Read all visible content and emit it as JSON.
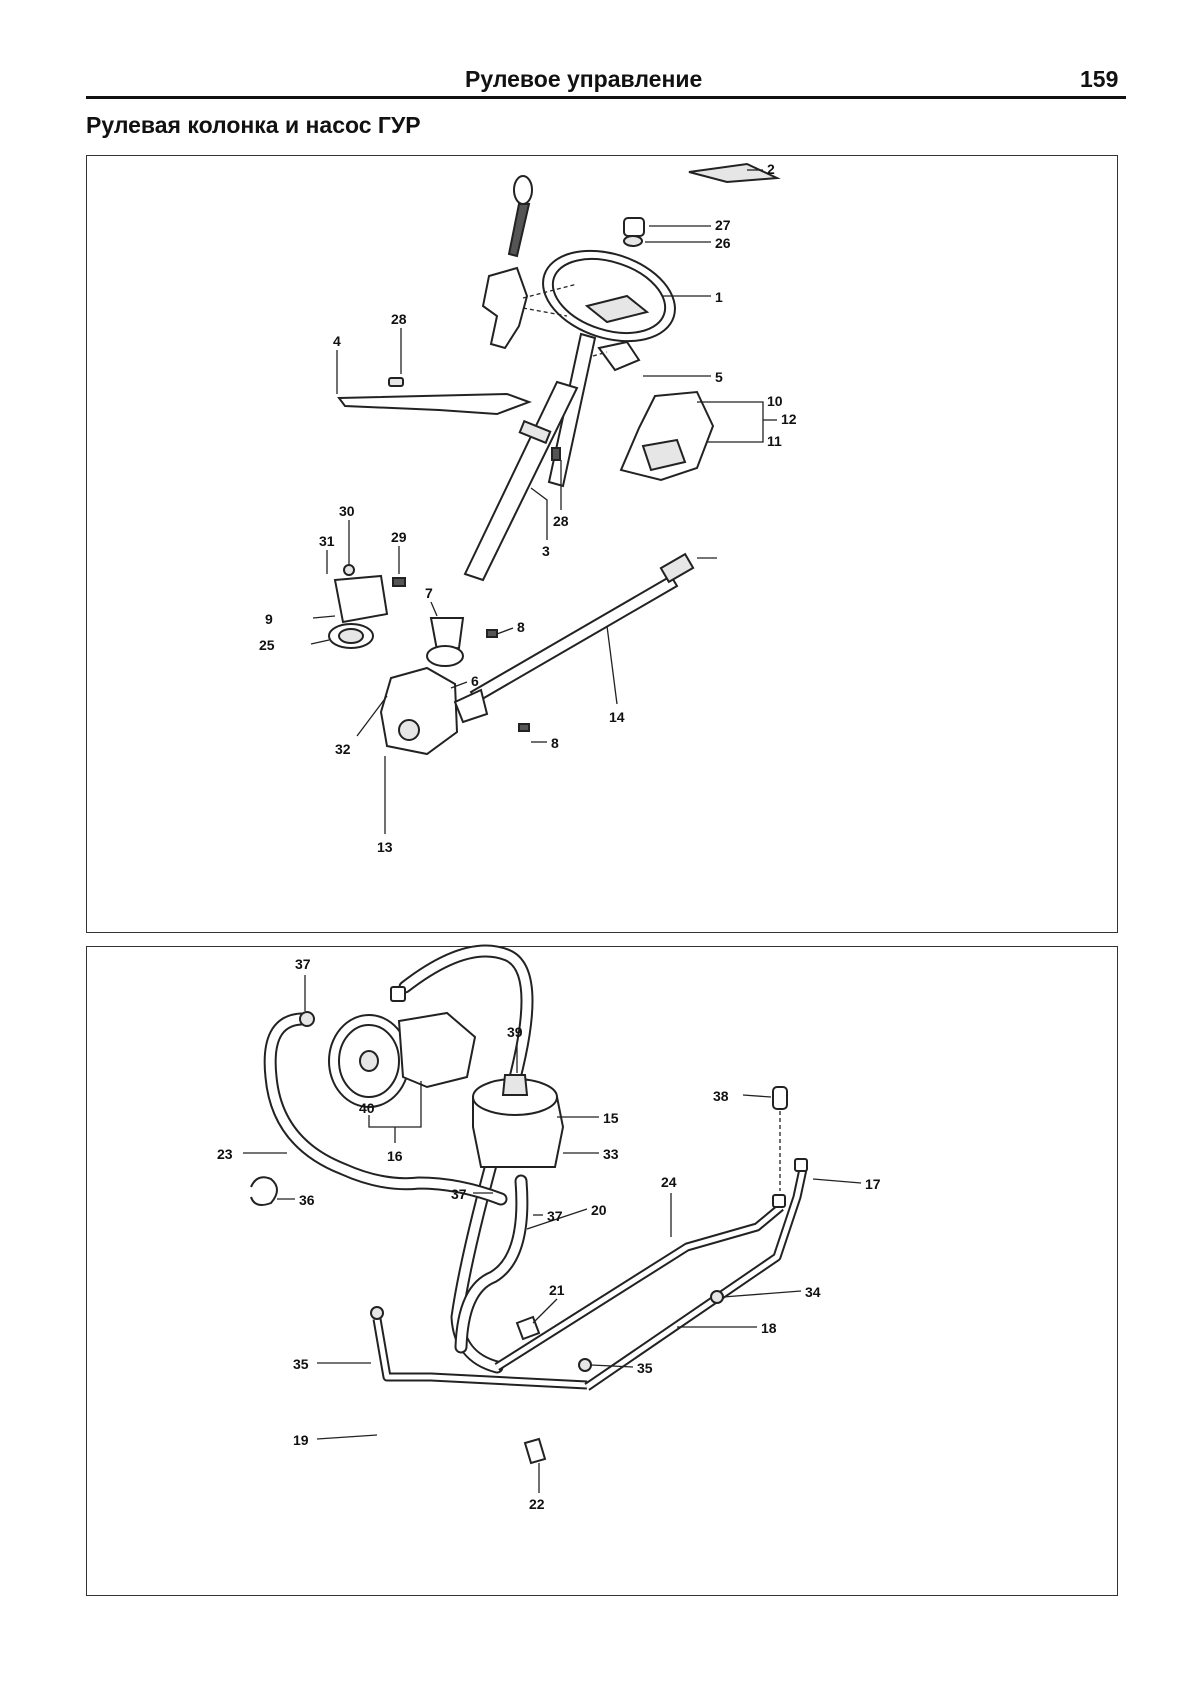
{
  "header": {
    "title": "Рулевое управление",
    "page_number": "159"
  },
  "section_title": "Рулевая колонка и насос ГУР",
  "top_diagram": {
    "callouts": [
      "2",
      "27",
      "26",
      "1",
      "28",
      "4",
      "5",
      "10",
      "12",
      "11",
      "28",
      "3",
      "30",
      "29",
      "31",
      "9",
      "25",
      "7",
      "8",
      "6",
      "14",
      "32",
      "8",
      "13"
    ]
  },
  "bottom_diagram": {
    "callouts": [
      "37",
      "39",
      "38",
      "15",
      "40",
      "33",
      "16",
      "23",
      "37",
      "37",
      "24",
      "17",
      "36",
      "20",
      "21",
      "34",
      "18",
      "35",
      "35",
      "19",
      "22"
    ]
  }
}
